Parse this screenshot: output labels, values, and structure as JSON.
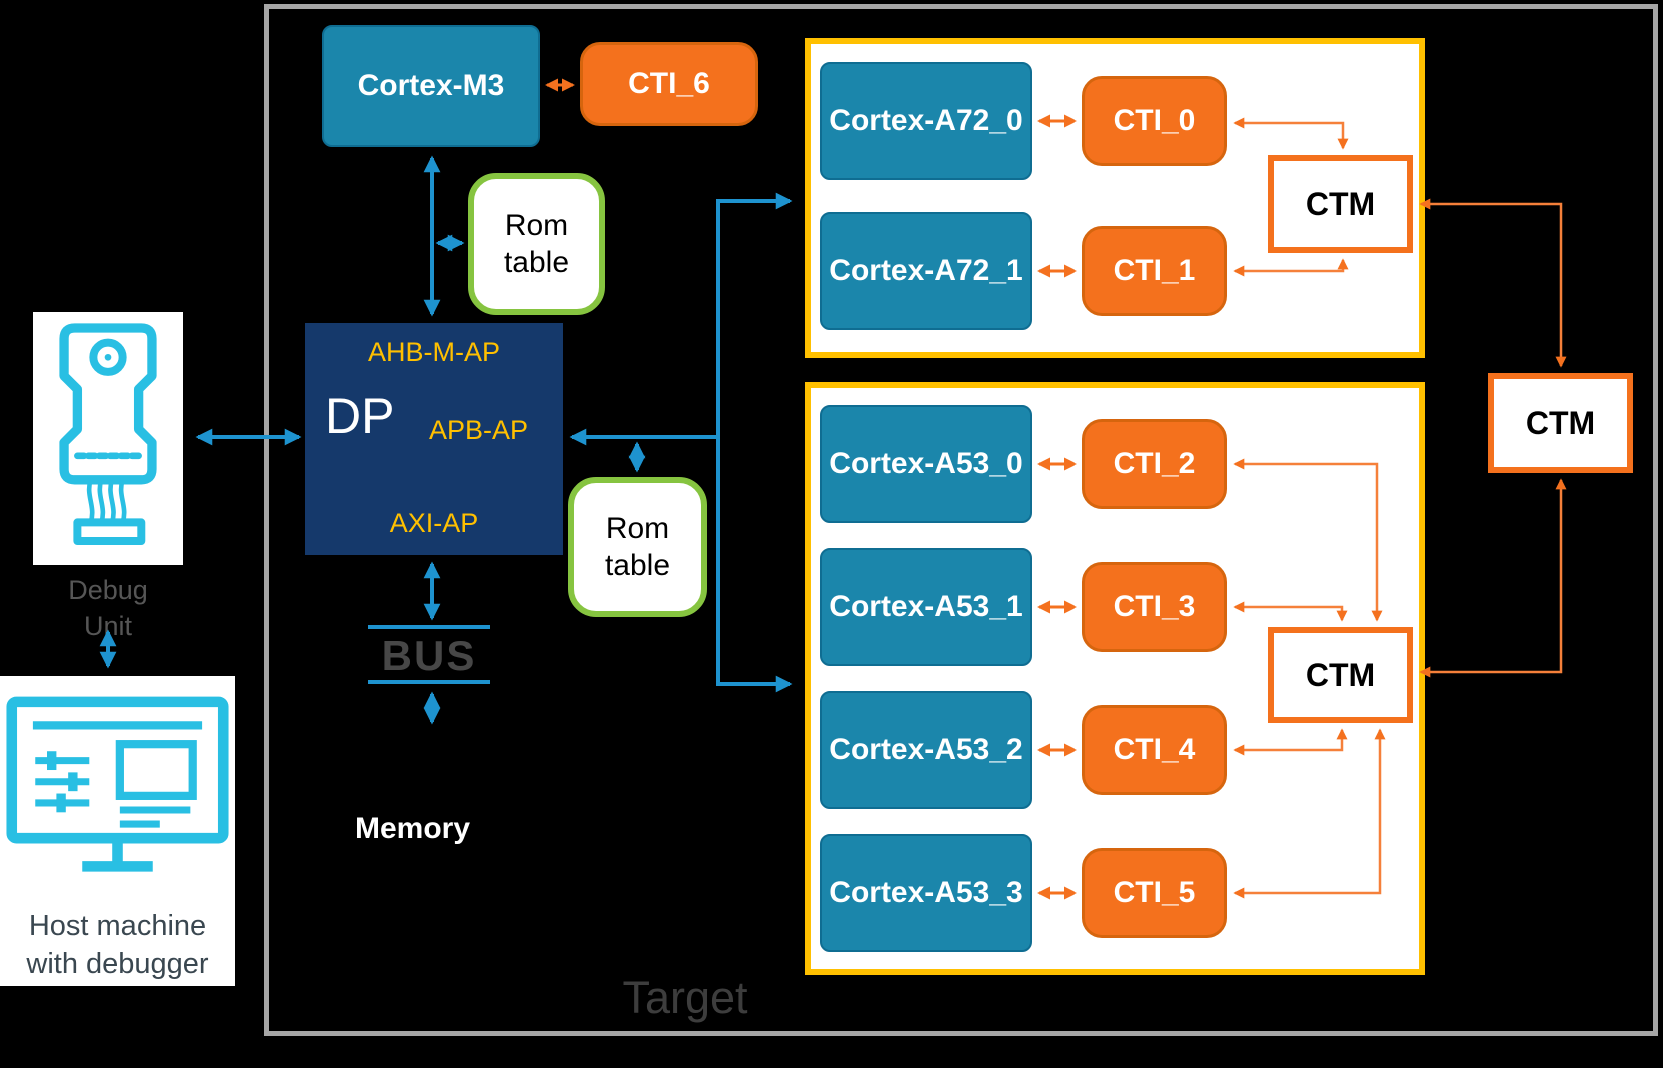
{
  "target": {
    "label": "Target"
  },
  "host": {
    "label_line1": "Host machine",
    "label_line2": "with debugger",
    "icon": "monitor-icon"
  },
  "debug_unit": {
    "label_line1": "Debug",
    "label_line2": "Unit",
    "icon": "debug-probe-icon"
  },
  "blocks": {
    "cortex_m3": {
      "label": "Cortex-M3"
    },
    "cti_6": {
      "label": "CTI_6"
    },
    "rom_table_1": {
      "line1": "Rom",
      "line2": "table"
    },
    "rom_table_2": {
      "line1": "Rom",
      "line2": "table"
    },
    "dp": {
      "label": "DP",
      "ap_top": "AHB-M-AP",
      "ap_mid": "APB-AP",
      "ap_bottom": "AXI-AP"
    },
    "bus": {
      "label": "BUS"
    },
    "memory": {
      "label": "Memory"
    }
  },
  "cluster1": {
    "cores": [
      {
        "core": "Cortex-A72_0",
        "cti": "CTI_0"
      },
      {
        "core": "Cortex-A72_1",
        "cti": "CTI_1"
      }
    ],
    "ctm": "CTM"
  },
  "cluster2": {
    "cores": [
      {
        "core": "Cortex-A53_0",
        "cti": "CTI_2"
      },
      {
        "core": "Cortex-A53_1",
        "cti": "CTI_3"
      },
      {
        "core": "Cortex-A53_2",
        "cti": "CTI_4"
      },
      {
        "core": "Cortex-A53_3",
        "cti": "CTI_5"
      }
    ],
    "ctm": "CTM"
  },
  "external_ctm": {
    "label": "CTM"
  },
  "colors": {
    "core_teal": "#1b86ab",
    "cti_orange": "#f4711d",
    "dp_navy": "#15396b",
    "cluster_gold": "#ffc000",
    "rom_green": "#86c440",
    "blue_arrow": "#1e93cf",
    "orange_wire": "#f4711f",
    "target_border_gray": "#a6a6a6",
    "target_text_gray": "#3d3d3d",
    "icon_cyan": "#29bfe3",
    "background": "#000000"
  }
}
